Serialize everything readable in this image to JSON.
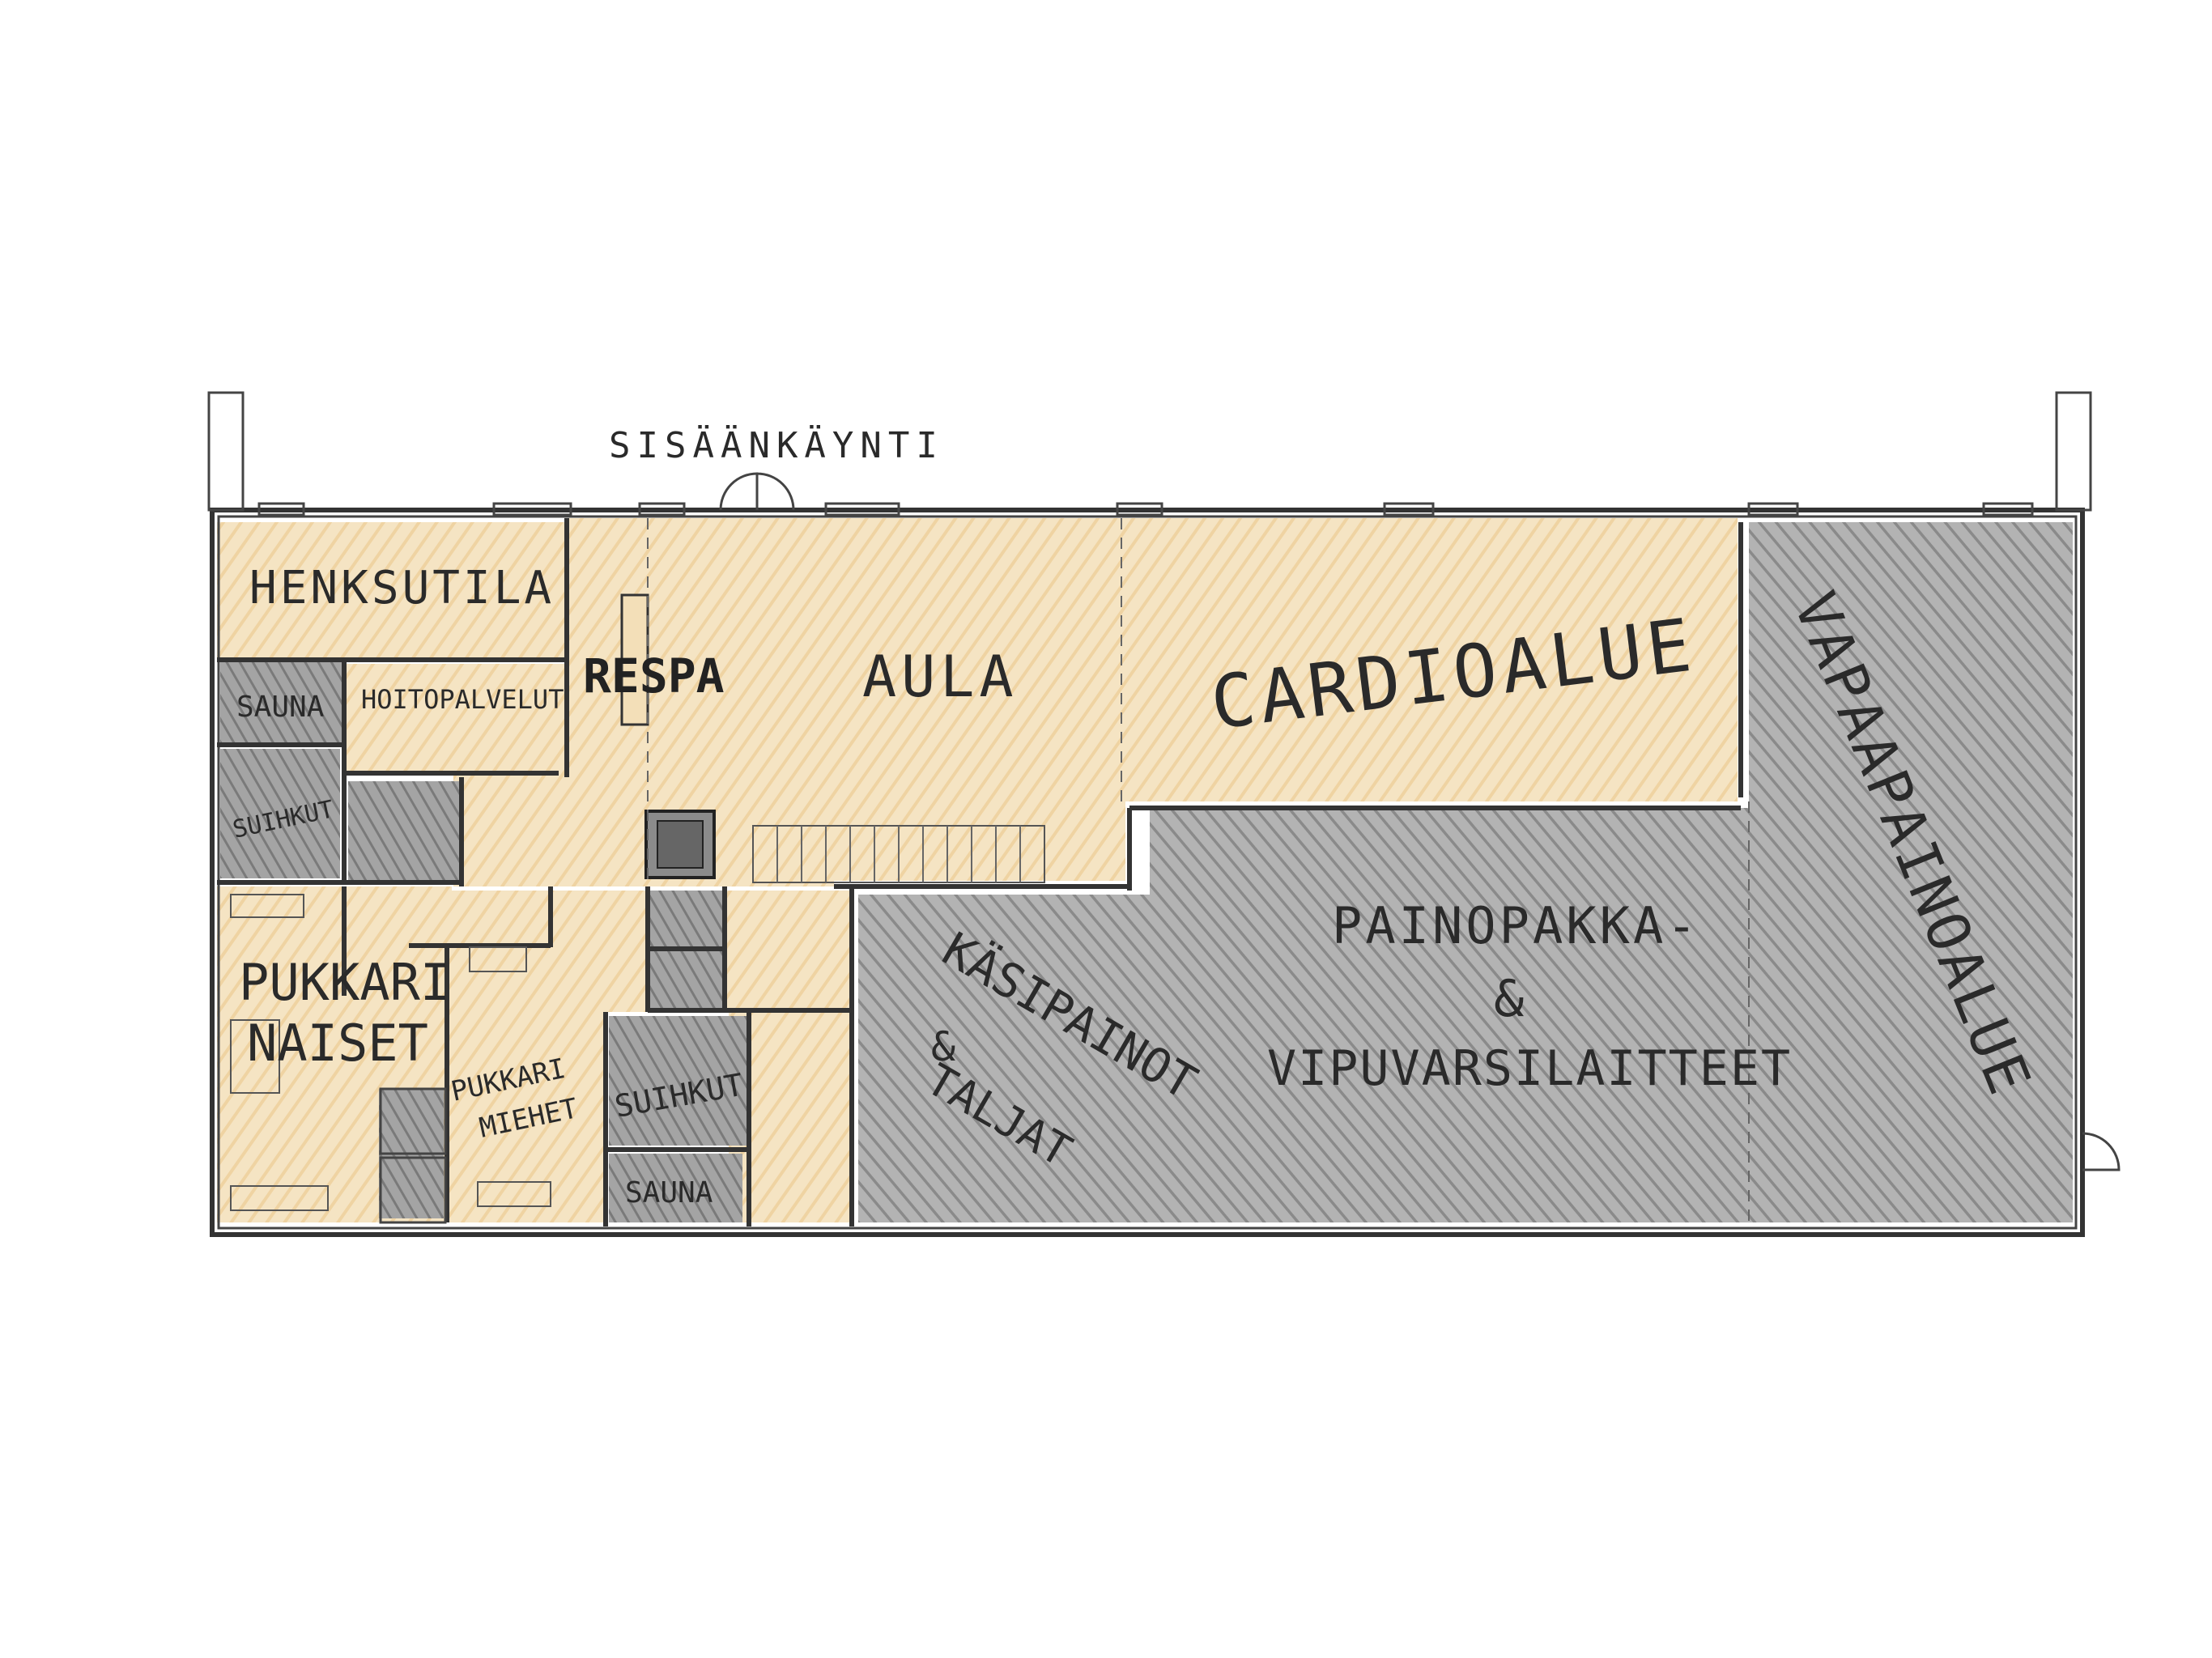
{
  "labels": {
    "entrance": "SISÄÄNKÄYNTI",
    "staff_room": "HENKSUTILA",
    "reception": "RESPA",
    "lobby": "AULA",
    "cardio": "CARDIOALUE",
    "sauna_top": "SAUNA",
    "treatments": "HOITOPALVELUT",
    "showers_left": "SUIHKUT",
    "changing_women_1": "PUKKARI",
    "changing_women_2": "NAISET",
    "changing_men_1": "PUKKARI",
    "changing_men_2": "MIEHET",
    "showers_men": "SUIHKUT",
    "sauna_bottom": "SAUNA",
    "dumbbells_1": "KÄSIPAINOT",
    "dumbbells_2": "&",
    "dumbbells_3": "TALJAT",
    "machines_1": "PAINOPAKKA-",
    "machines_2": "&",
    "machines_3": "VIPUVARSILAITTEET",
    "free_weights": "VAPAAPAINOALUE"
  },
  "colors": {
    "beige_fill": "#f3dfb8",
    "gray_fill": "#a7a7a7",
    "dark_gray_fill": "#8d8d8d",
    "wall": "#333333",
    "background": "#ffffff"
  }
}
